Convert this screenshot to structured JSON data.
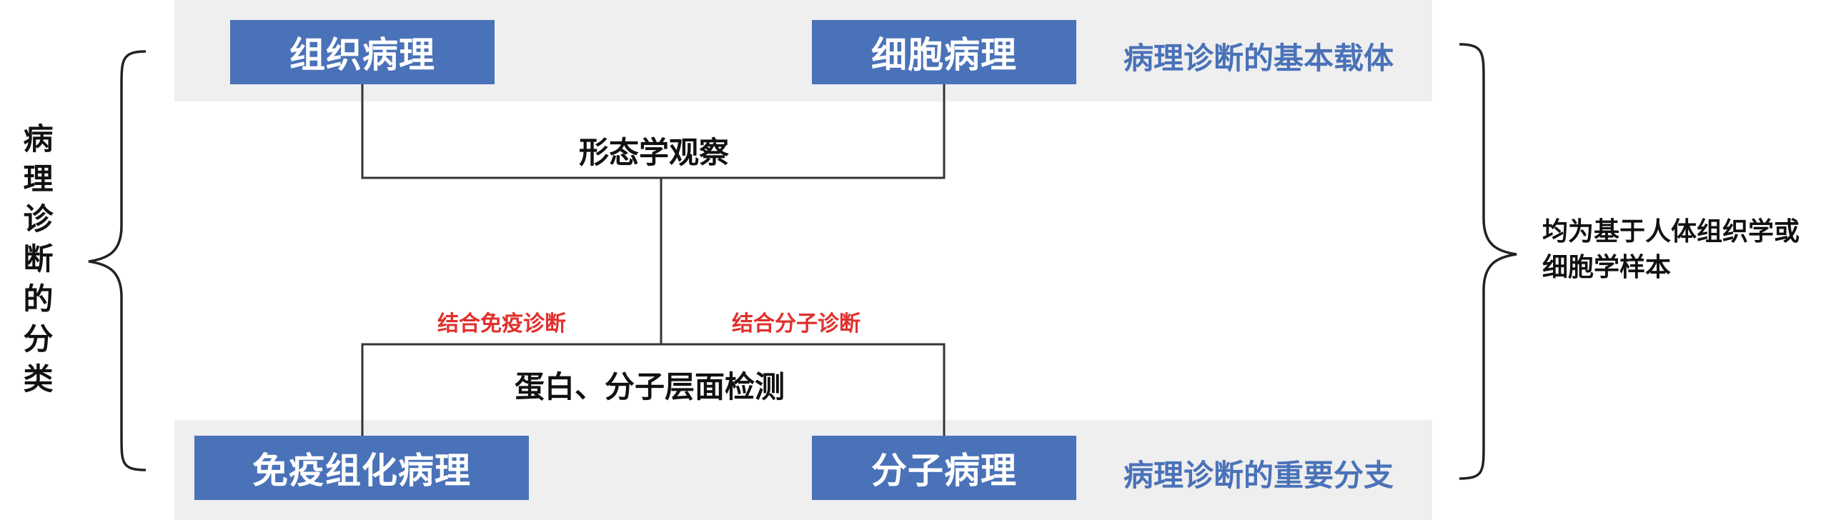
{
  "classification_title": "病理诊断的分类",
  "top_band": {
    "box_left": "组织病理",
    "box_right": "细胞病理",
    "note": "病理诊断的基本载体"
  },
  "bottom_band": {
    "box_left": "免疫组化病理",
    "box_right": "分子病理",
    "note": "病理诊断的重要分支"
  },
  "morphology_label": "形态学观察",
  "detection_label": "蛋白、分子层面检测",
  "branch_left_label": "结合免疫诊断",
  "branch_right_label": "结合分子诊断",
  "summary": "均为基于人体组织学或细胞学样本",
  "colors": {
    "box_fill": "#4a72b8",
    "note_text": "#4a72b8",
    "branch_text": "#e0302c",
    "band_fill": "#efefef"
  }
}
